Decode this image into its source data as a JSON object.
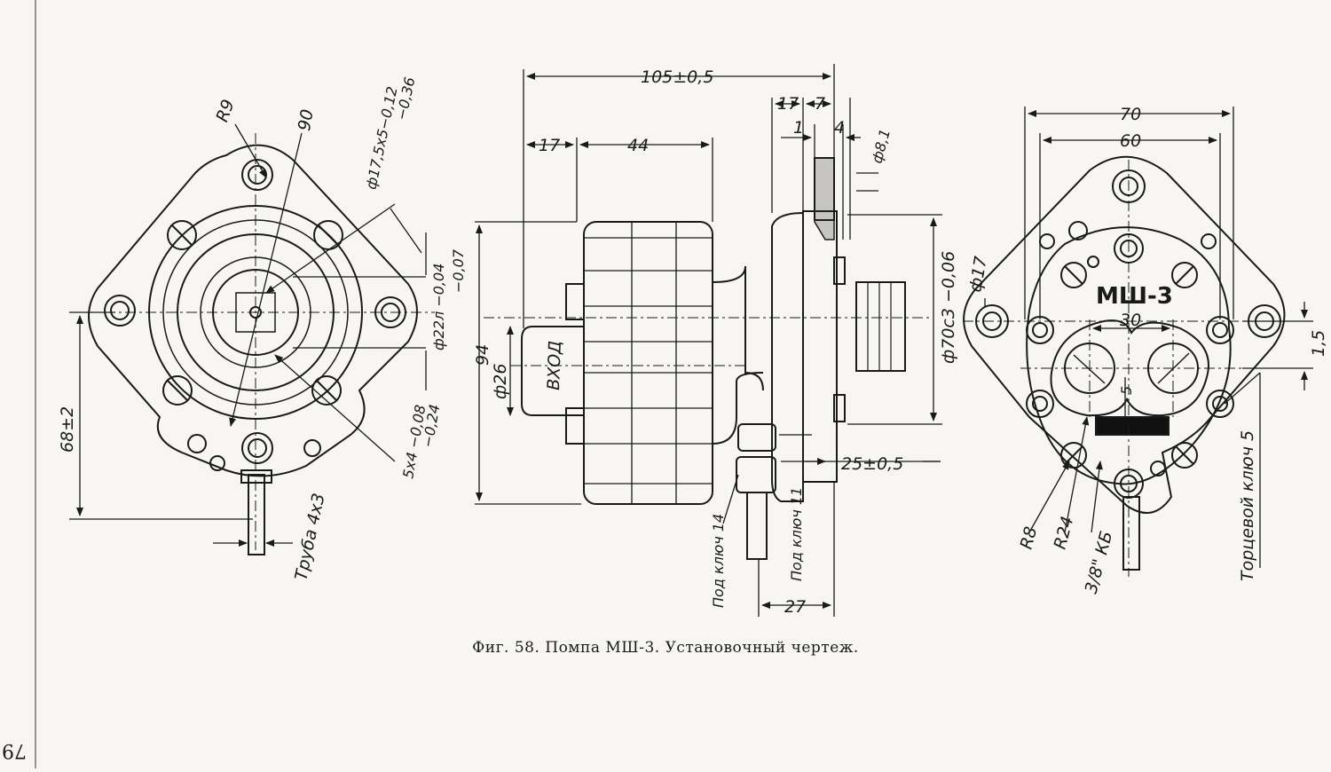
{
  "caption": "Фиг. 58. Помпа МШ-3. Установочный чертеж.",
  "page_number": "79",
  "left_view": {
    "labels": {
      "r9": "R9",
      "d90": "90",
      "bolt": "ф17,5x5−0,12",
      "bolt_tol": "−0,36",
      "shaft": "ф22л −0,04",
      "shaft_tol": "−0,07",
      "key": "5x4 −0,08",
      "key_tol": "−0,24",
      "height": "68±2",
      "tube": "Труба 4x3"
    }
  },
  "middle_view": {
    "labels": {
      "total_length": "105±0,5",
      "d17a": "17",
      "d44": "44",
      "d17b": "17",
      "d7": "7",
      "d1": "1",
      "d4": "4",
      "hole": "ф8,1",
      "d94": "94",
      "d26": "ф26",
      "inlet": "ВХОД",
      "flange": "ф70с3 −0,06",
      "d25": "25±0,5",
      "d27": "27",
      "wrench14": "Под ключ 14",
      "wrench11": "Под ключ 11"
    }
  },
  "right_view": {
    "labels": {
      "d70": "70",
      "d60": "60",
      "d17": "ф17",
      "model": "МШ-3",
      "d30": "30",
      "d1_5": "1,5",
      "d5": "5",
      "r8": "R8",
      "r24": "R24",
      "thread": "3/8\" КБ",
      "socket": "Торцевой ключ 5"
    }
  }
}
